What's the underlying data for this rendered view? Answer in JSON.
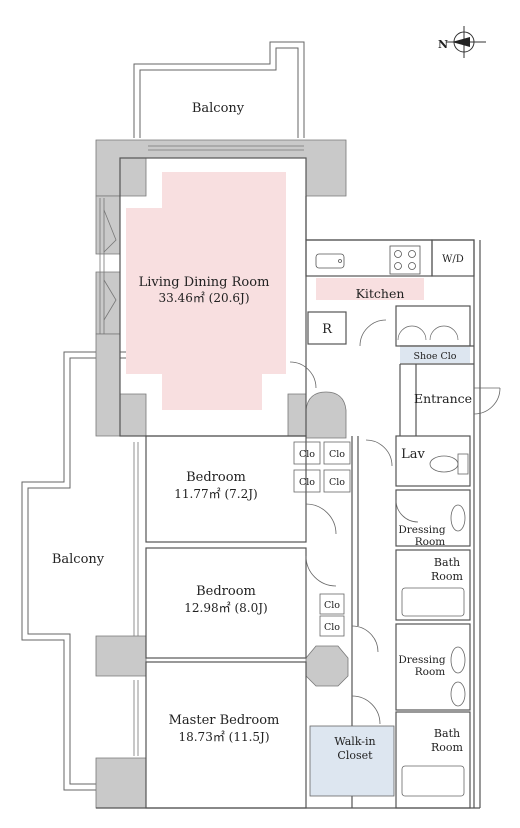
{
  "compass": {
    "north_label": "N",
    "icon": "compass-icon"
  },
  "rooms": {
    "balcony_top": {
      "name": "Balcony"
    },
    "balcony_left": {
      "name": "Balcony"
    },
    "living": {
      "name": "Living Dining Room",
      "area": "33.46㎡ (20.6J)"
    },
    "kitchen": {
      "name": "Kitchen"
    },
    "refrigerator": {
      "name": "R"
    },
    "washer_dryer": {
      "name": "W/D"
    },
    "shoe_closet": {
      "name": "Shoe Clo"
    },
    "entrance": {
      "name": "Entrance"
    },
    "lavatory": {
      "name": "Lav"
    },
    "bedroom1": {
      "name": "Bedroom",
      "area": "11.77㎡ (7.2J)"
    },
    "bedroom2": {
      "name": "Bedroom",
      "area": "12.98㎡ (8.0J)"
    },
    "master": {
      "name": "Master Bedroom",
      "area": "18.73㎡ (11.5J)"
    },
    "walkin": {
      "line1": "Walk-in",
      "line2": "Closet"
    },
    "dressing1": {
      "line1": "Dressing",
      "line2": "Room"
    },
    "dressing2": {
      "line1": "Dressing",
      "line2": "Room"
    },
    "bath1": {
      "line1": "Bath",
      "line2": "Room"
    },
    "bath2": {
      "line1": "Bath",
      "line2": "Room"
    }
  },
  "closet_label": "Clo",
  "colors": {
    "wall": "#c9c9c9",
    "line": "#555555",
    "living_fill": "#f8dfe0",
    "kitchen_fill": "#f8dfe0",
    "shoe_fill": "#dde6f0",
    "walkin_fill": "#dde6f0"
  }
}
